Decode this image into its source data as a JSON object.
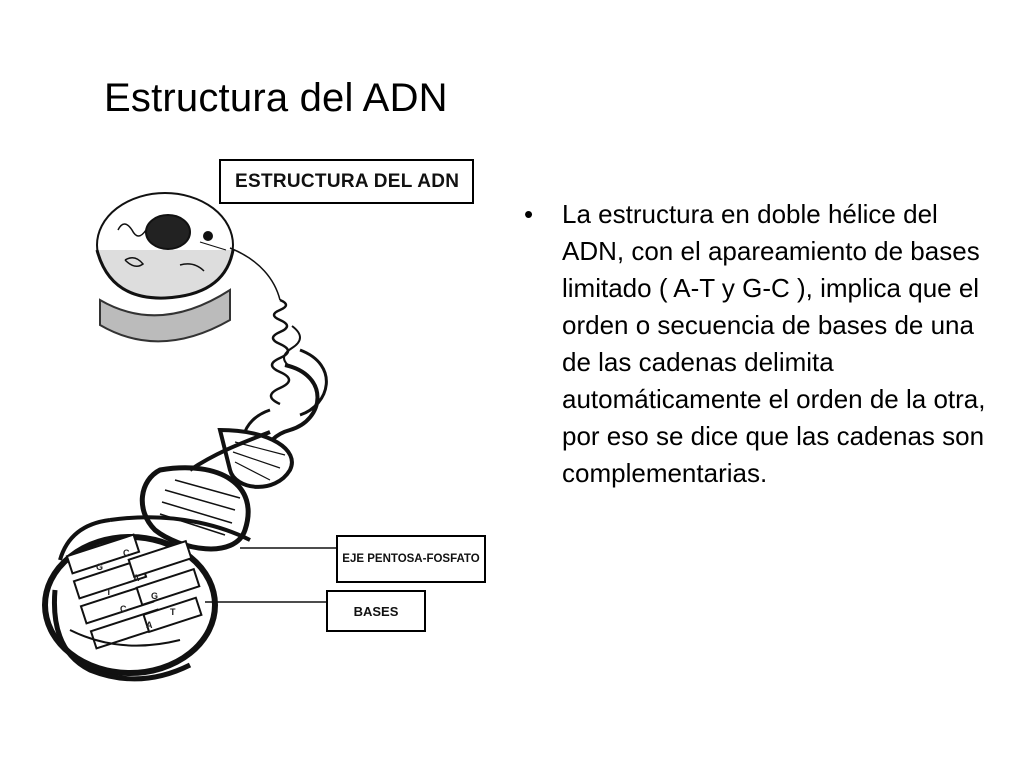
{
  "slide": {
    "title": "Estructura del ADN",
    "bullets": [
      "La estructura en doble hélice del ADN, con el apareamiento de bases limitado ( A-T y G-C ), implica que el orden o secuencia de bases de una de las cadenas delimita automáticamente el orden de la otra, por eso se dice que las cadenas son complementarias."
    ]
  },
  "figure": {
    "title_label": "ESTRUCTURA DEL ADN",
    "axis_label": "EJE PENTOSA-FOSFATO",
    "bases_label": "BASES",
    "base_letters": [
      "C",
      "G",
      "A",
      "T",
      "G",
      "C",
      "T",
      "A"
    ]
  },
  "colors": {
    "text": "#000000",
    "background": "#ffffff",
    "ink": "#111111"
  }
}
